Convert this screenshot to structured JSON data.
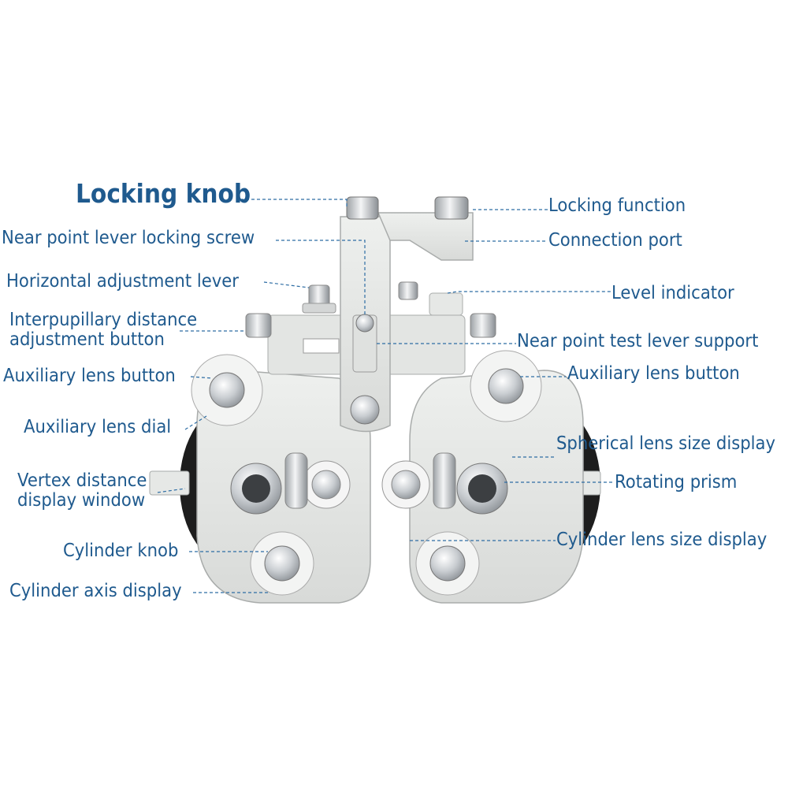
{
  "colors": {
    "label_text": "#1f5a8e",
    "leader_line": "#2e6da4",
    "device_body": "#e6e8e6",
    "device_shadow": "#b9bcbb",
    "chrome": "#cfd3d6",
    "wheel_black": "#1d1d1d"
  },
  "labels": {
    "locking_knob": "Locking knob",
    "near_point_lever_locking_screw": "Near point lever locking screw",
    "horizontal_adjustment_lever": "Horizontal adjustment lever",
    "interpupillary_distance_adjustment_button": [
      "Interpupillary distance",
      "adjustment button"
    ],
    "auxiliary_lens_button_left": "Auxiliary lens button",
    "auxiliary_lens_dial": "Auxiliary lens dial",
    "vertex_distance_display_window": [
      "Vertex distance",
      "display window"
    ],
    "cylinder_knob": "Cylinder knob",
    "cylinder_axis_display": "Cylinder axis display",
    "locking_function": "Locking function",
    "connection_port": "Connection port",
    "level_indicator": "Level indicator",
    "near_point_test_lever_support": "Near point test lever support",
    "auxiliary_lens_button_right": "Auxiliary lens button",
    "spherical_lens_size_display": "Spherical lens size display",
    "rotating_prism": "Rotating prism",
    "cylinder_lens_size_display": "Cylinder lens size display"
  }
}
